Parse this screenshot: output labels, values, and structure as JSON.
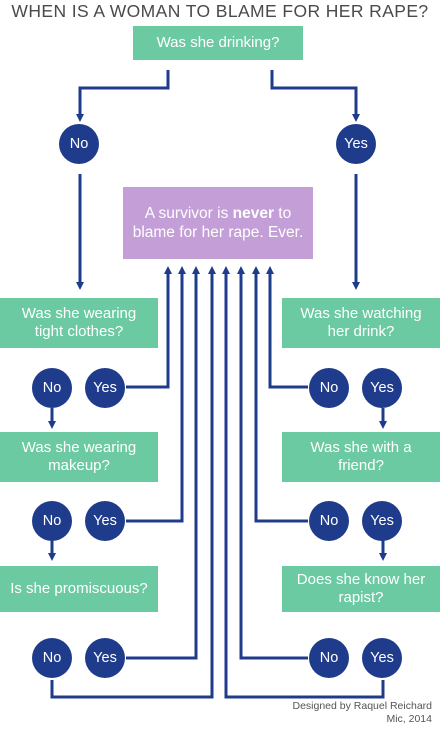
{
  "title": "WHEN IS A WOMAN TO BLAME FOR HER RAPE?",
  "colors": {
    "box": "#6ccaa2",
    "result": "#c49ed6",
    "circle": "#1f3c8c",
    "line": "#1f3c8c"
  },
  "start_question": "Was she drinking?",
  "answers": {
    "no": "No",
    "yes": "Yes"
  },
  "result": {
    "prefix": "A survivor is ",
    "emphasis": "never",
    "suffix": " to blame for her rape. Ever."
  },
  "left_questions": [
    "Was she wearing tight clothes?",
    "Was she wearing makeup?",
    "Is she promiscuous?"
  ],
  "right_questions": [
    "Was she watching her drink?",
    "Was she with a friend?",
    "Does she know her rapist?"
  ],
  "credit": {
    "line1": "Designed by Raquel Reichard",
    "line2": "Mic, 2014"
  }
}
